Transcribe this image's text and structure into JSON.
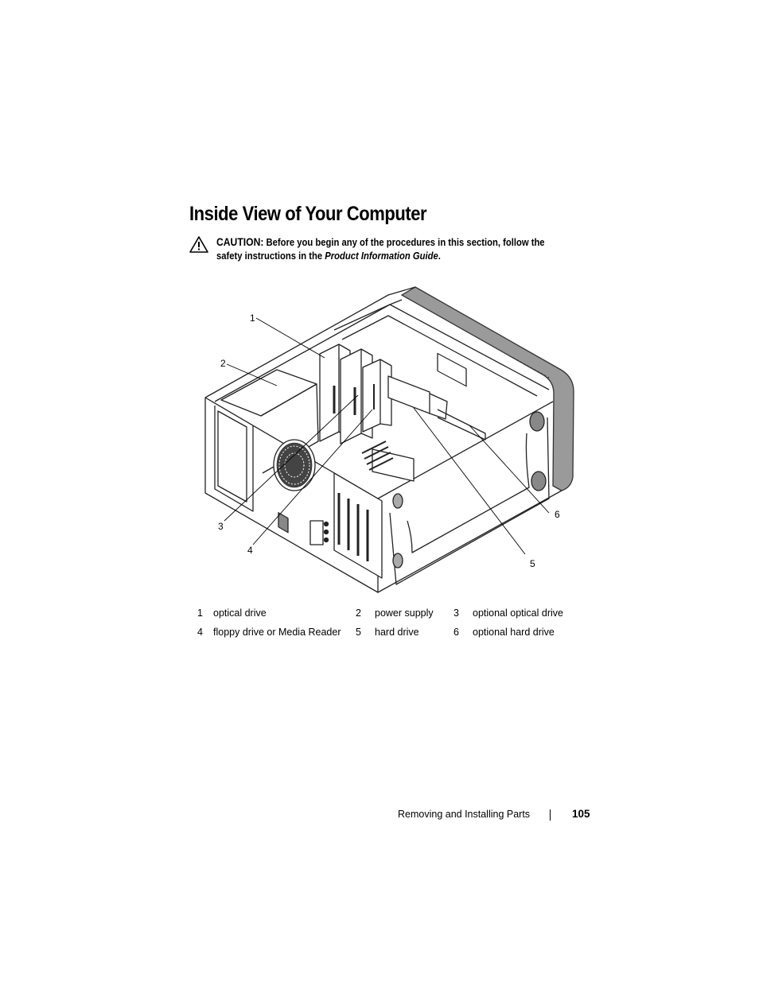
{
  "page": {
    "title": "Inside View of Your Computer",
    "caution": {
      "label": "CAUTION:",
      "text_before": " Before you begin any of the procedures in this section, follow the safety instructions in the ",
      "guide_name": "Product Information Guide",
      "text_after": "."
    },
    "figure": {
      "callouts": [
        "1",
        "2",
        "3",
        "4",
        "5",
        "6"
      ]
    },
    "legend": [
      [
        {
          "num": "1",
          "label": "optical drive"
        },
        {
          "num": "2",
          "label": "power supply"
        },
        {
          "num": "3",
          "label": "optional optical drive"
        }
      ],
      [
        {
          "num": "4",
          "label": "floppy drive or Media Reader"
        },
        {
          "num": "5",
          "label": "hard drive"
        },
        {
          "num": "6",
          "label": "optional hard drive"
        }
      ]
    ],
    "footer": {
      "section": "Removing and Installing Parts",
      "page_number": "105"
    }
  },
  "colors": {
    "text": "#000000",
    "line": "#222222",
    "bezel": "#9a9a9a"
  },
  "icons": [
    "warning-triangle-icon"
  ]
}
